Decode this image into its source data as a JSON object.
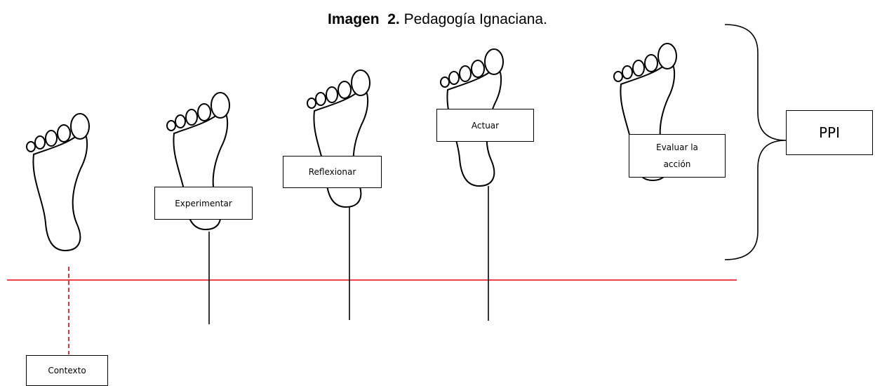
{
  "caption": {
    "label": "Imagen",
    "number": "2.",
    "text": "Pedagogía Ignaciana."
  },
  "steps": [
    {
      "id": "contexto",
      "label": "Contexto"
    },
    {
      "id": "experimentar",
      "label": "Experimentar"
    },
    {
      "id": "reflexionar",
      "label": "Reflexionar"
    },
    {
      "id": "actuar",
      "label": "Actuar"
    },
    {
      "id": "evaluar",
      "label_line1": "Evaluar la",
      "label_line2": "acción"
    }
  ],
  "group_label": "PPI",
  "colors": {
    "line": "#000000",
    "baseline": "#e8000b"
  }
}
